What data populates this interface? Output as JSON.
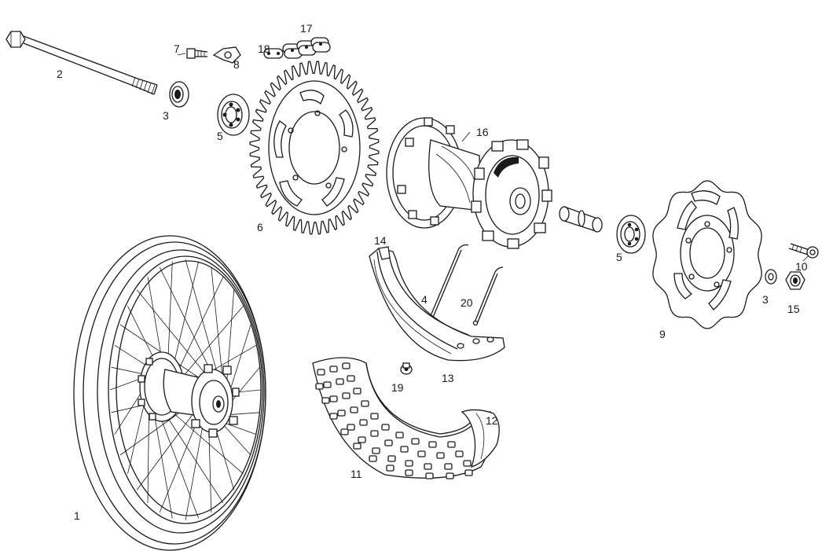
{
  "callouts": {
    "c1": "1",
    "c2": "2",
    "c3a": "3",
    "c3b": "3",
    "c4": "4",
    "c5a": "5",
    "c5b": "5",
    "c6": "6",
    "c7": "7",
    "c8": "8",
    "c9": "9",
    "c10": "10",
    "c11": "11",
    "c12": "12",
    "c13": "13",
    "c14": "14",
    "c15": "15",
    "c16": "16",
    "c17": "17",
    "c18": "18",
    "c19": "19",
    "c20": "20"
  },
  "colors": {
    "ink": "#1a1a1a",
    "paper": "#ffffff"
  }
}
